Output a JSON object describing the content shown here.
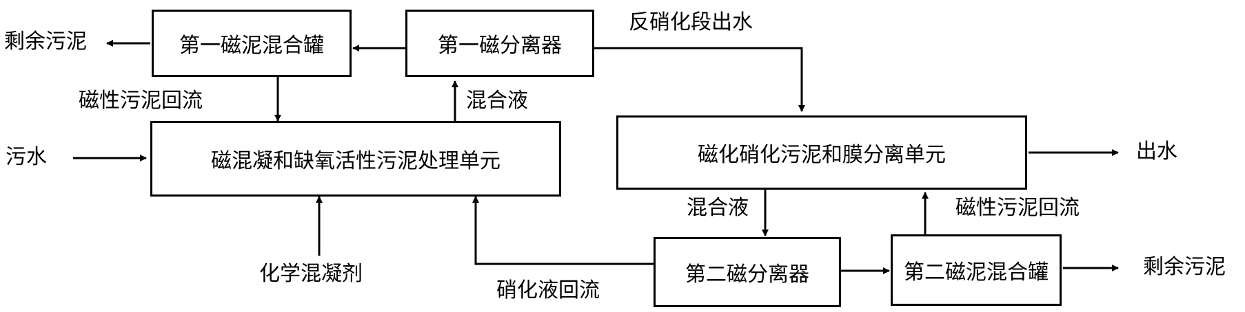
{
  "boxes": {
    "mix1": "第一磁泥混合罐",
    "sep1": "第一磁分离器",
    "anoxic": "磁混凝和缺氧活性污泥处理单元",
    "nitri": "磁化硝化污泥和膜分离单元",
    "sep2": "第二磁分离器",
    "mix2": "第二磁泥混合罐"
  },
  "labels": {
    "excess_left": "剩余污泥",
    "mag_return_left": "磁性污泥回流",
    "mixed_liquor_top": "混合液",
    "denitri_effluent": "反硝化段出水",
    "sewage": "污水",
    "chem_coag": "化学混凝剂",
    "effluent": "出水",
    "mixed_liquor_mid": "混合液",
    "mag_return_right": "磁性污泥回流",
    "nitri_return": "硝化液回流",
    "excess_right": "剩余污泥"
  }
}
